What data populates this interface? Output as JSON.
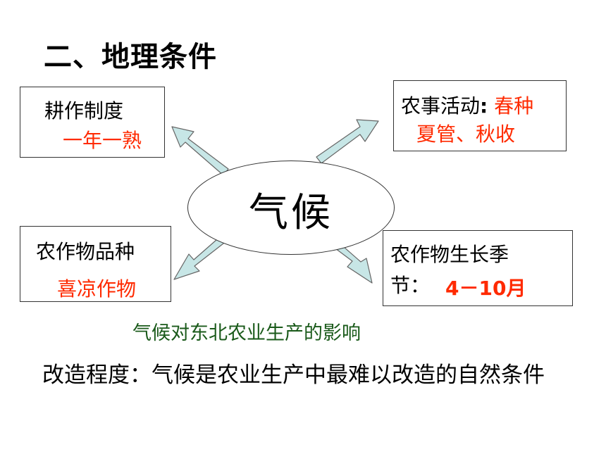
{
  "title": "二、地理条件",
  "center": "气候",
  "boxes": {
    "farming_system": {
      "label": "耕作制度",
      "value": "一年一熟"
    },
    "farm_activities": {
      "label": "农事活动",
      "colon": ":",
      "value_line1": "春种",
      "value_line2": "夏管、秋收"
    },
    "crop_varieties": {
      "label": "农作物品种",
      "value": "喜凉作物"
    },
    "growing_season": {
      "label_line1": "农作物生长季",
      "label_line2": "节：",
      "value": "4－10月"
    }
  },
  "caption": "气候对东北农业生产的影响",
  "bottom_text": "改造程度：气候是农业生产中最难以改造的自然条件",
  "colors": {
    "accent_red": "#ff2a00",
    "caption_green": "#1a5a1a",
    "arrow_fill": "#c7e6e6",
    "arrow_stroke": "#666666"
  }
}
